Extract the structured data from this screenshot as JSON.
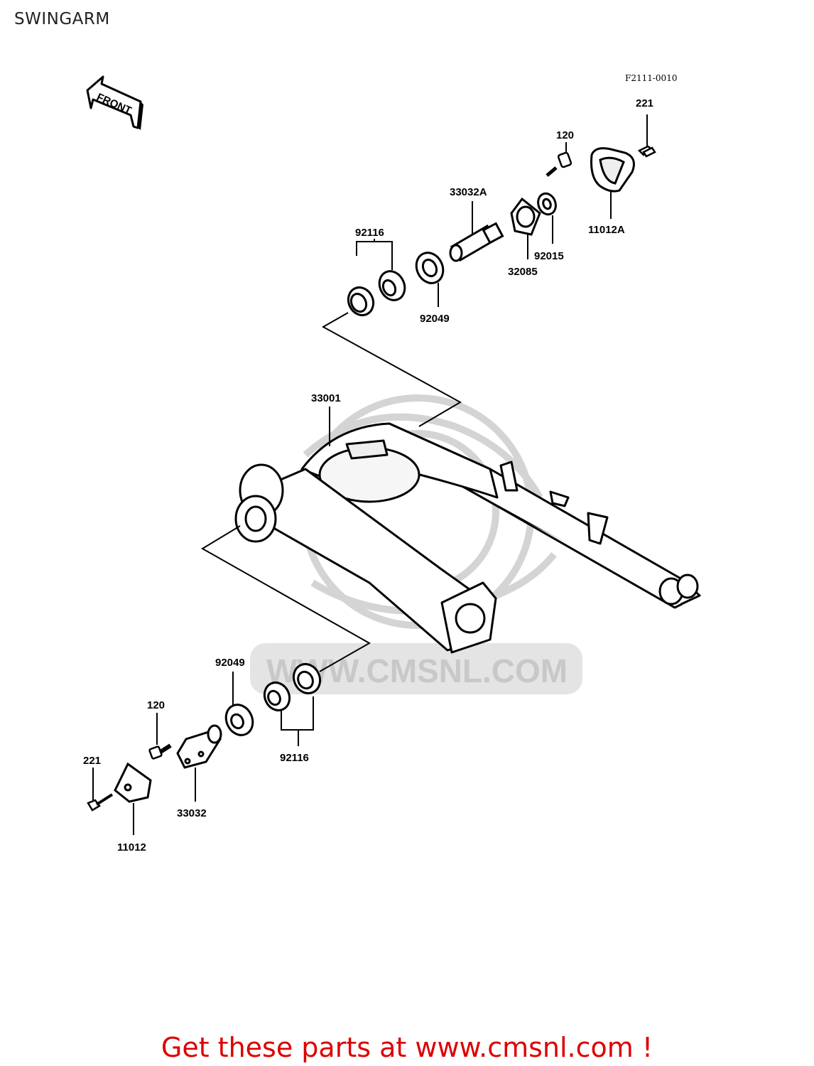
{
  "title": "SWINGARM",
  "figure_code": "F2111-0010",
  "front_label": "FRONT",
  "watermark": {
    "text": "WWW.CMSNL.COM",
    "color": "#cfcfcf"
  },
  "parts": {
    "p221_top": "221",
    "p120_top": "120",
    "p33032A": "33032A",
    "p11012A": "11012A",
    "p92116_top": "92116",
    "p92015": "92015",
    "p32085": "32085",
    "p92049_top": "92049",
    "p33001": "33001",
    "p92049_bottom": "92049",
    "p120_bottom": "120",
    "p221_bottom": "221",
    "p92116_bottom": "92116",
    "p33032": "33032",
    "p11012": "11012"
  },
  "footer": {
    "link_text": "Get these parts at www.cmsnl.com !",
    "color": "#dd0000"
  }
}
